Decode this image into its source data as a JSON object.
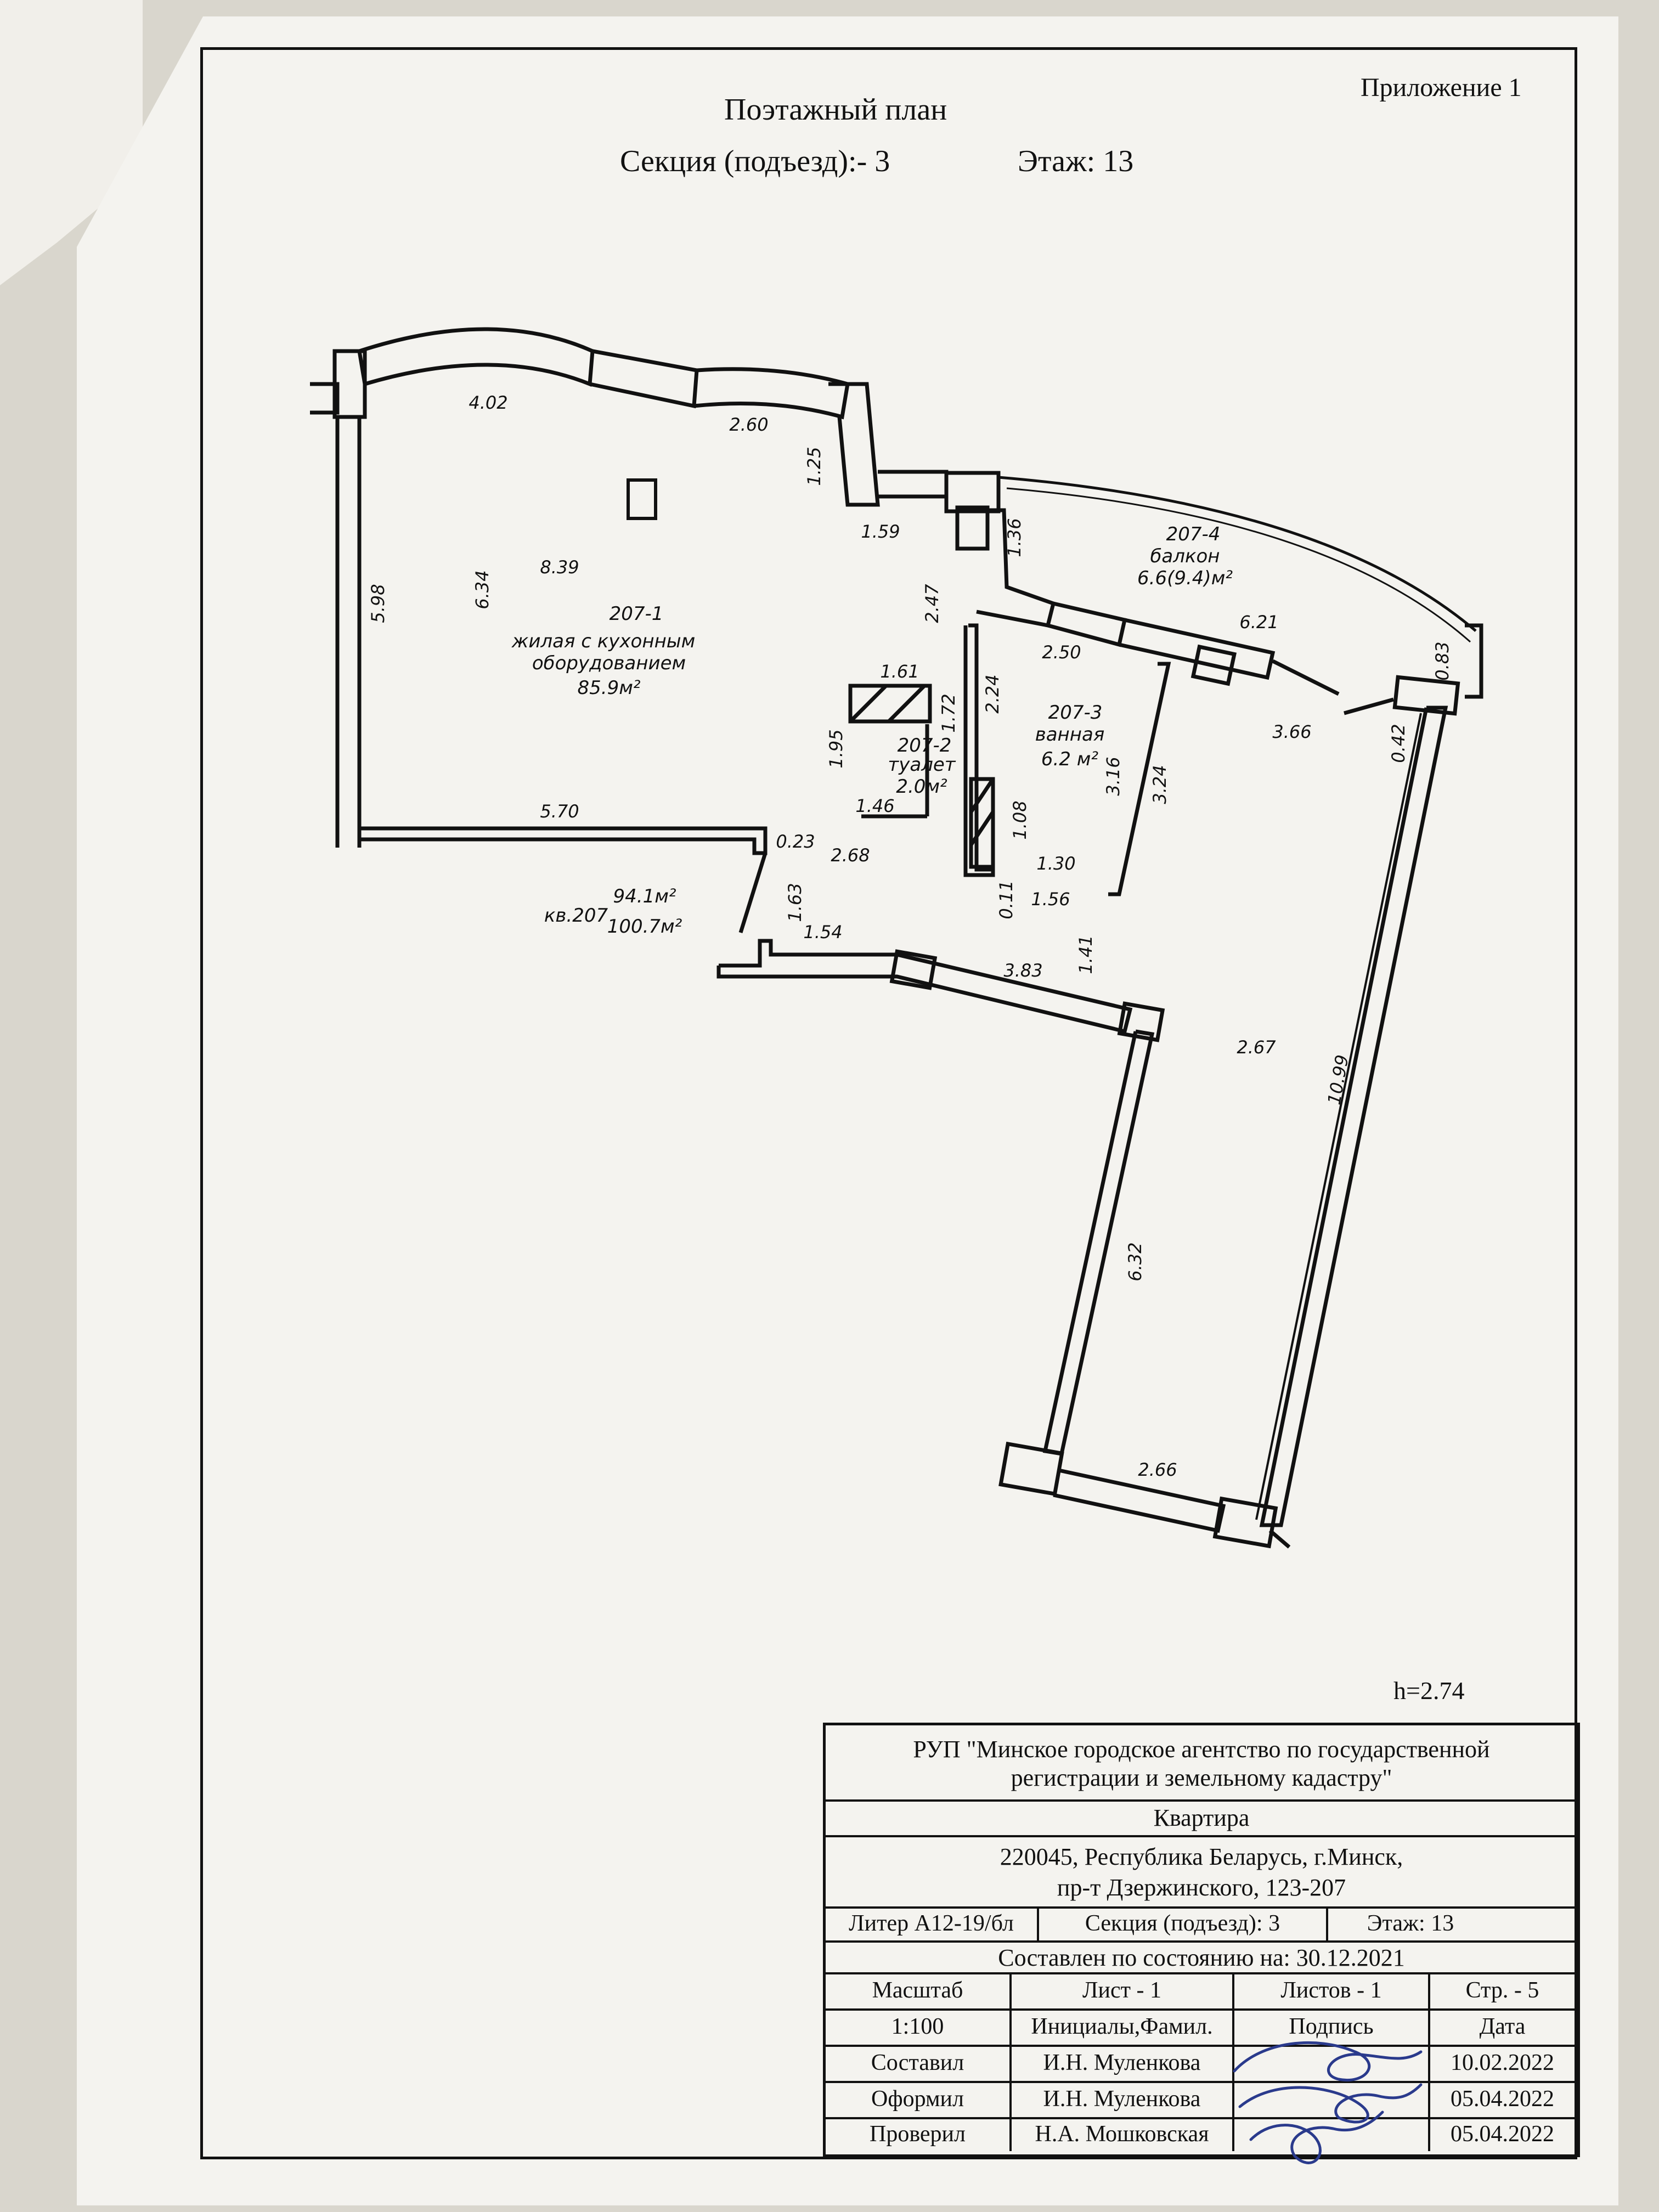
{
  "header": {
    "appendix": "Приложение   1",
    "title": "Поэтажный план",
    "section": "Секция (подъезд):-  3",
    "floor": "Этаж: 13"
  },
  "ceiling_height": "h=2.74",
  "rooms": {
    "r1_code": "207-1",
    "r1_name_a": "жилая с кухонным",
    "r1_name_b": "оборудованием",
    "r1_area": "85.9м²",
    "r2_code": "207-2",
    "r2_name": "туалет",
    "r2_area": "2.0м²",
    "r3_code": "207-3",
    "r3_name": "ванная",
    "r3_area": "6.2 м²",
    "r4_code": "207-4",
    "r4_name": "балкон",
    "r4_area": "6.6(9.4)м²",
    "apt": "кв.207",
    "apt_area_a": "94.1м²",
    "apt_area_b": "100.7м²"
  },
  "dims": {
    "d402": "4.02",
    "d260": "2.60",
    "d125": "1.25",
    "d159": "1.59",
    "d136": "1.36",
    "d598": "5.98",
    "d634": "6.34",
    "d839": "8.39",
    "d247": "2.47",
    "d621": "6.21",
    "d250": "2.50",
    "d161": "1.61",
    "d172": "1.72",
    "d224": "2.24",
    "d195": "1.95",
    "d316": "3.16",
    "d324": "3.24",
    "d366": "3.66",
    "d083": "0.83",
    "d042": "0.42",
    "d146": "1.46",
    "d108": "1.08",
    "d570": "5.70",
    "d023": "0.23",
    "d268": "2.68",
    "d130": "1.30",
    "d011": "0.11",
    "d156": "1.56",
    "d163": "1.63",
    "d154": "1.54",
    "d141": "1.41",
    "d383": "3.83",
    "d267": "2.67",
    "d1099": "10.99",
    "d632": "6.32",
    "d266": "2.66"
  },
  "stamp": {
    "org_a": "РУП \"Минское городское агентство по государственной",
    "org_b": "регистрации и земельному кадастру\"",
    "object": "Квартира",
    "addr_a": "220045, Республика Беларусь, г.Минск,",
    "addr_b": "пр-т Дзержинского, 123-207",
    "liter": "Литер А12-19/бл",
    "section": "Секция (подъезд): 3",
    "floor": "Этаж: 13",
    "state": "Составлен по состоянию на:  30.12.2021",
    "scale_h": "Масштаб",
    "sheet_h": "Лист - 1",
    "sheets_h": "Листов - 1",
    "page_h": "Стр. - 5",
    "scale_v": "1:100",
    "initials_h": "Инициалы,Фамил.",
    "sign_h": "Подпись",
    "date_h": "Дата",
    "role1": "Составил",
    "name1": "И.Н. Муленкова",
    "date1": "10.02.2022",
    "role2": "Оформил",
    "name2": "И.Н. Муленкова",
    "date2": "05.04.2022",
    "role3": "Проверил",
    "name3": "Н.А. Мошковская",
    "date3": "05.04.2022"
  }
}
